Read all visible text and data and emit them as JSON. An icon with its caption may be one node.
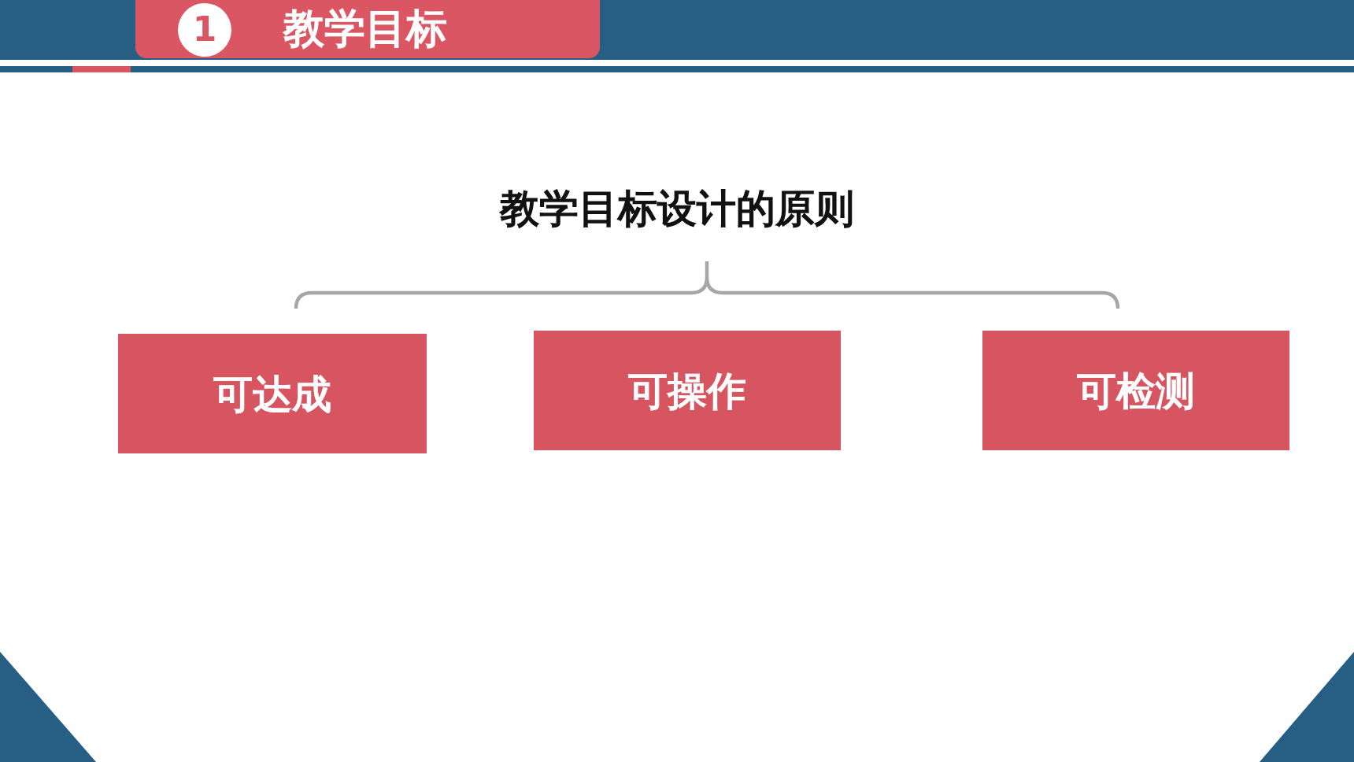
{
  "diagram": {
    "title": "教学目标设计的原则",
    "nodes": [
      {
        "text": [
          "教学目标"
        ]
      },
      {
        "text": [
          "1"
        ],
        "in": 0
      },
      {
        "text": [
          "可达成"
        ]
      },
      {
        "text": [
          "可操作"
        ]
      },
      {
        "text": [
          "可检测"
        ]
      }
    ]
  }
}
